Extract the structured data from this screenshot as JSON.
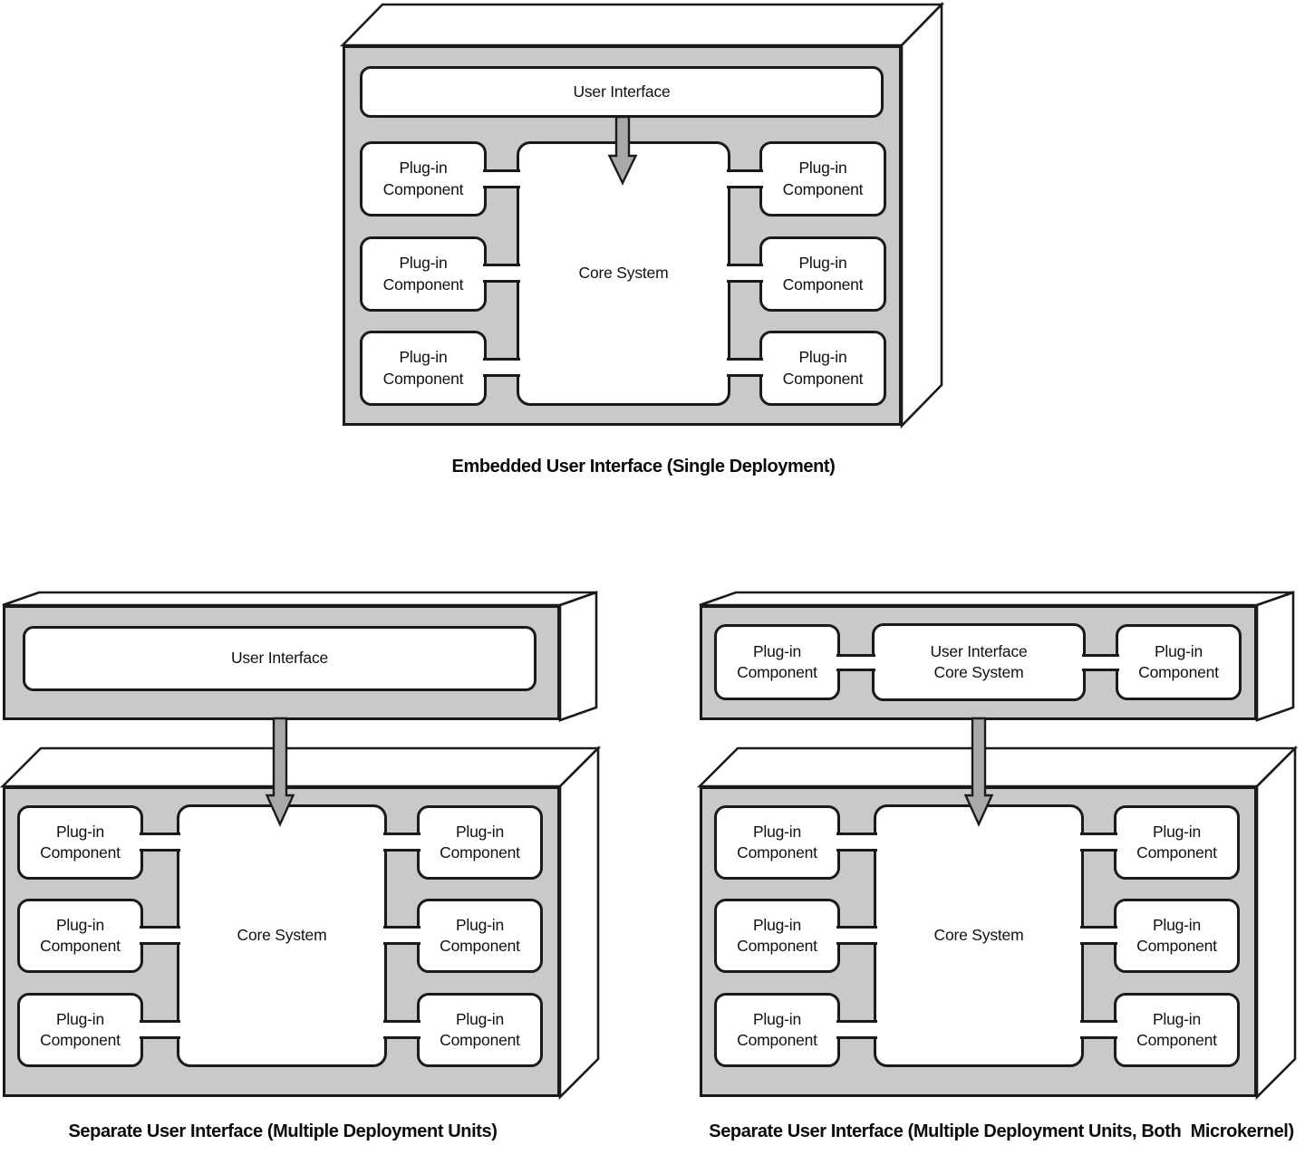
{
  "labels": {
    "user_interface": "User Interface",
    "core_system": "Core System",
    "plugin": "Plug-in\nComponent",
    "ui_core": "User Interface\nCore System"
  },
  "captions": {
    "embedded": "Embedded User Interface (Single Deployment)",
    "separate": "Separate User Interface (Multiple Deployment Units)",
    "separate_both": "Separate User Interface (Multiple Deployment Units, Both  Microkernel)"
  },
  "colors": {
    "face_gray": "#c9c9c9",
    "arrow_gray": "#a9a9a9",
    "line_black": "#1a1a1a",
    "box_white": "#ffffff"
  }
}
